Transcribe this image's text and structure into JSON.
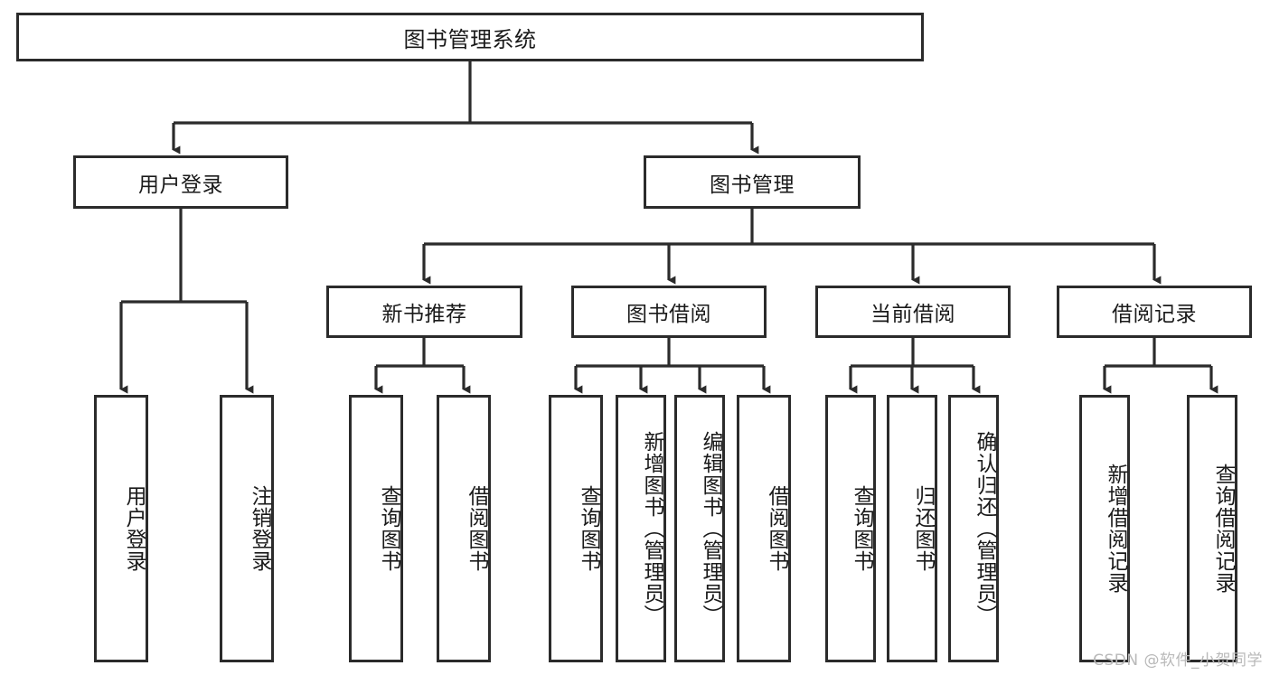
{
  "diagram": {
    "title": "图书管理系统",
    "type": "tree-hierarchy-diagram",
    "colors": {
      "box_border": "#2b2b2b",
      "box_fill": "#ffffff",
      "connector": "#2b2b2b",
      "background": "#ffffff",
      "watermark": "#b9b9b9"
    },
    "nodes": {
      "root": {
        "label": "图书管理系统"
      },
      "level2": [
        {
          "id": "user-login",
          "label": "用户登录"
        },
        {
          "id": "book-management",
          "label": "图书管理"
        }
      ],
      "level3": [
        {
          "id": "new-book-recommend",
          "label": "新书推荐"
        },
        {
          "id": "book-borrow",
          "label": "图书借阅"
        },
        {
          "id": "current-borrow",
          "label": "当前借阅"
        },
        {
          "id": "borrow-record",
          "label": "借阅记录"
        }
      ],
      "leaves": {
        "user_login": [
          {
            "id": "leaf-user-login",
            "label": "用户登录"
          },
          {
            "id": "leaf-logout-login",
            "label": "注销登录"
          }
        ],
        "new_book_recommend": [
          {
            "id": "leaf-query-book-1",
            "label": "查询图书"
          },
          {
            "id": "leaf-borrow-book-1",
            "label": "借阅图书"
          }
        ],
        "book_borrow": [
          {
            "id": "leaf-query-book-2",
            "label": "查询图书"
          },
          {
            "id": "leaf-add-book",
            "label": "新增图书（管理员）"
          },
          {
            "id": "leaf-edit-book",
            "label": "编辑图书（管理员）"
          },
          {
            "id": "leaf-borrow-book-2",
            "label": "借阅图书"
          }
        ],
        "current_borrow": [
          {
            "id": "leaf-query-book-3",
            "label": "查询图书"
          },
          {
            "id": "leaf-return-book",
            "label": "归还图书"
          },
          {
            "id": "leaf-confirm-return",
            "label": "确认归还（管理员）"
          }
        ],
        "borrow_record": [
          {
            "id": "leaf-add-borrow-record",
            "label": "新增借阅记录"
          },
          {
            "id": "leaf-query-borrow-record",
            "label": "查询借阅记录"
          }
        ]
      }
    },
    "watermark": "CSDN @软件_小贺同学"
  }
}
